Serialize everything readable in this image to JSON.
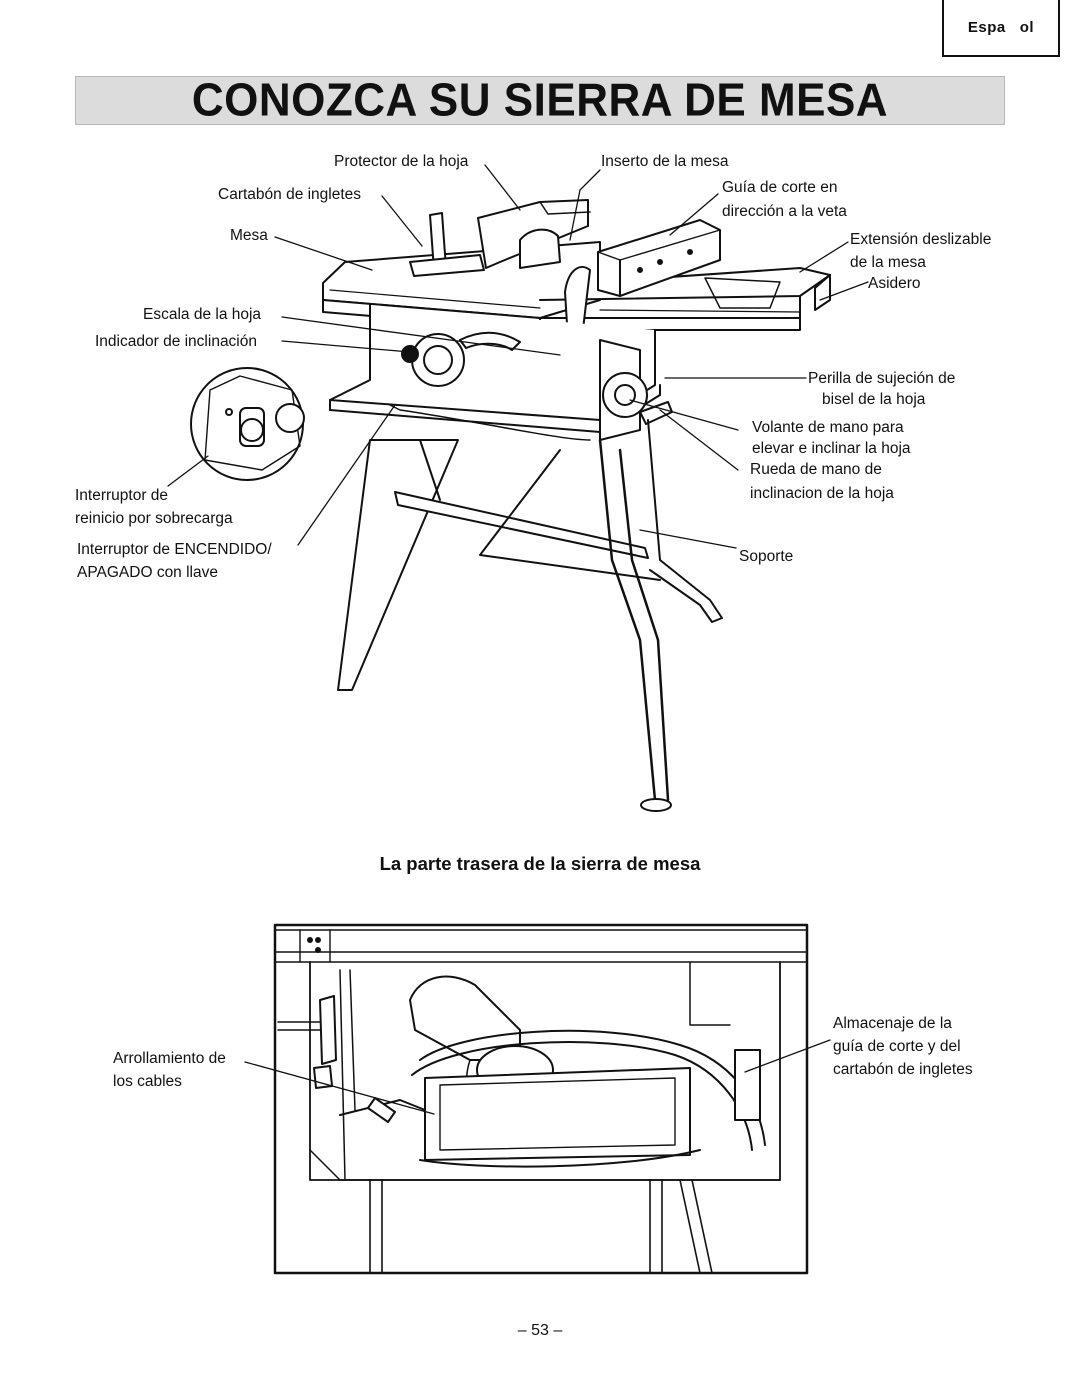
{
  "header": {
    "language_tab": "Espa   ol",
    "title": "CONOZCA SU SIERRA DE MESA"
  },
  "figure_top": {
    "labels": {
      "protector": "Protector de la hoja",
      "inserto": "Inserto de la mesa",
      "cartabon": "Cartabón de ingletes",
      "guia_1": "Guía de corte en",
      "guia_2": "dirección a la veta",
      "mesa": "Mesa",
      "extension_1": "Extensión deslizable",
      "extension_2": "de la mesa",
      "asidero": "Asidero",
      "escala": "Escala de la hoja",
      "indicador": "Indicador de inclinación",
      "perilla_1": "Perilla de sujeción de",
      "perilla_2": "bisel de la hoja",
      "volante_1": "Volante de mano para",
      "volante_2": "elevar e inclinar la hoja",
      "rueda_1": "Rueda de mano de",
      "rueda_2": "inclinacion de la hoja",
      "reinicio_1": "Interruptor de",
      "reinicio_2": "reinicio por sobrecarga",
      "encendido_1": "Interruptor de ENCENDIDO/",
      "encendido_2": "APAGADO con llave",
      "soporte": "Soporte"
    }
  },
  "figure_bottom": {
    "caption": "La parte trasera de la sierra de mesa",
    "labels": {
      "arrollamiento_1": "Arrollamiento de",
      "arrollamiento_2": "los cables",
      "almacenaje_1": "Almacenaje de la",
      "almacenaje_2": "guía de corte y del",
      "almacenaje_3": "cartabón de ingletes"
    }
  },
  "footer": {
    "page_number": "– 53 –"
  }
}
